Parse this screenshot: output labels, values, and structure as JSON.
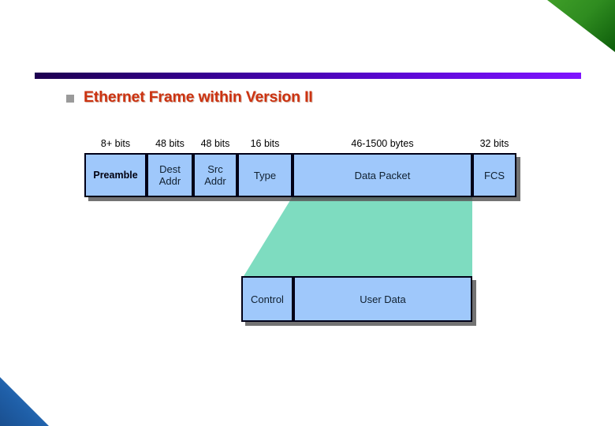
{
  "slide": {
    "title": "Ethernet Frame within Version II",
    "bullet_icon": "square-bullet-icon",
    "accent_color": "#cc3311",
    "bar_gradient_from": "#1d0050",
    "bar_gradient_to": "#7f14ff",
    "corner_green_color": "#2f8c20",
    "corner_blue_color": "#1f5fa8"
  },
  "diagram": {
    "frame_fill_color": "#9fc8fb",
    "funnel_fill_color": "#7edcc0",
    "frame_row": {
      "fields": [
        {
          "size": "8+ bits",
          "name": "Preamble",
          "bold": true
        },
        {
          "size": "48 bits",
          "name": "Dest\nAddr",
          "bold": false
        },
        {
          "size": "48 bits",
          "name": "Src\nAddr",
          "bold": false
        },
        {
          "size": "16 bits",
          "name": "Type",
          "bold": false
        },
        {
          "size": "46-1500 bytes",
          "name": "Data Packet",
          "bold": false
        },
        {
          "size": "32 bits",
          "name": "FCS",
          "bold": false
        }
      ]
    },
    "payload_row": {
      "fields": [
        {
          "name": "Control"
        },
        {
          "name": "User Data"
        }
      ]
    }
  }
}
